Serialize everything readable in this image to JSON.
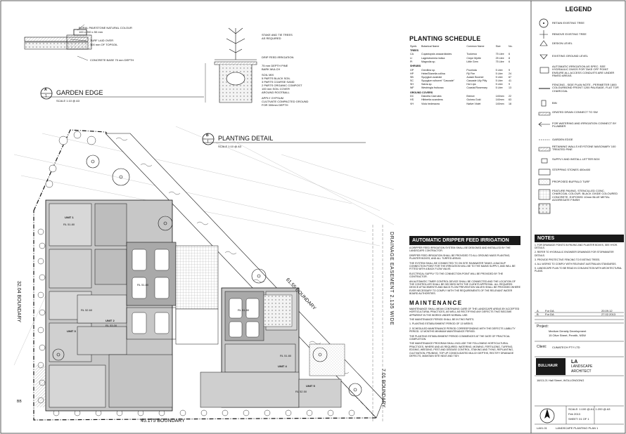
{
  "garden_edge": {
    "callout_letter": "A",
    "callout_number": "1",
    "title": "GARDEN EDGE",
    "scale": "SCALE 1:10 @ A3",
    "note_paving": "BORAL PAVESTONE NATURAL COLOUR",
    "note_paving_size": "100 x 200 x 50 mm",
    "note_turf": "TURF LAID OVER",
    "note_topsoil": "100 mm OF TOPSOIL",
    "note_concrete": "CONCRETE BASE 75 mm DEPTH"
  },
  "planting_detail": {
    "callout_letter": "B",
    "callout_number": "1",
    "title": "PLANTING DETAIL",
    "scale": "SCALE 1:10 @ A3",
    "notes": [
      "STAKE AND TIE TREES",
      "AS REQUIRED",
      "DRIP FEED IRRIGATION",
      "75 mm DEPTH PINE",
      "BARK MULCH",
      "SOIL MIX",
      "5 PARTS BLACK SOIL",
      "3 PARTS COARSE SAND",
      "2 PARTS ORGANIC COMPOST",
      "100 mm SOIL COVER",
      "AROUND ROOTBALL",
      "APPLY GYPSUM",
      "CULTIVATE COMPACTED GROUND",
      "FOR 300mm DEPTH"
    ]
  },
  "planting_schedule": {
    "title": "PLANTING SCHEDULE",
    "headers": [
      "Symb.",
      "Botanical Name",
      "Common Name",
      "Size",
      "No."
    ],
    "groups": [
      {
        "name": "TREES",
        "rows": [
          [
            "CA",
            "Cupaniopsis anacardioides",
            "Tuckeroo",
            "75 Litre",
            "6"
          ],
          [
            "LI",
            "Lagerstroemia indica",
            "Crepe Myrtle",
            "25 Litre",
            "8"
          ],
          [
            "PI",
            "Magnolia sp.",
            "Little Gem",
            "75 Litre",
            "6"
          ]
        ]
      },
      {
        "name": "SHRUBS",
        "rows": [
          [
            "GP",
            "Grevillea sp.",
            "Poorinda",
            "5 Litre",
            "9"
          ],
          [
            "HP",
            "Hebe/Dianella collina",
            "Fiji Fire",
            "5 Litre",
            "24"
          ],
          [
            "SB",
            "Syzygium australe",
            "Aussie Boomer",
            "5 Litre",
            "67"
          ],
          [
            "SC",
            "Syzygium w/borrel \"Cascade\"",
            "Cascade Lilly Pilly",
            "5 Litre",
            "41"
          ],
          [
            "SH",
            "Salvia sp.",
            "Hot Lips",
            "5 Litre",
            "9"
          ],
          [
            "WF",
            "Westringia fruticosa",
            "Coastal Rosemary",
            "5 Litre",
            "13"
          ]
        ]
      },
      {
        "name": "GROUND COVERS",
        "rows": [
          [
            "DC",
            "Dianella Caerulea",
            "Breeze",
            "140mm",
            "22"
          ],
          [
            "HS",
            "Hibbertia scandens",
            "Guinea Gold",
            "140mm",
            "63"
          ],
          [
            "VH",
            "Viola hederacea",
            "Native Violet",
            "140mm",
            "18"
          ]
        ]
      }
    ]
  },
  "plan": {
    "boundary_bottom": "45.175 BOUNDARY",
    "boundary_left": "32.04 BOUNDARY",
    "boundary_diagonal": "61.55 BOUNDARY",
    "boundary_right": "7.01 BOUNDARY",
    "easement": "DRAINAGE EASEMENT 2.135 WIDE",
    "bb_label": "BB",
    "unit_labels": [
      "UNIT 1",
      "UNIT 2",
      "UNIT 3",
      "UNIT 4",
      "UNIT 5"
    ],
    "levels": [
      "RL 51.80",
      "RL 51.80",
      "RL 52.60",
      "RL 53.00",
      "RL 52.50",
      "RL 51.80",
      "RL 51.80"
    ]
  },
  "irrigation": {
    "title": "AUTOMATIC DRIPPER FEED IRRIGATION",
    "paragraphs": [
      "A DRIPPER FEED IRRIGATION SYSTEM SHALL BE DESIGNED AND INSTALLED BY THE LANDSCAPE CONTRACTOR.",
      "DRIPPER FEED IRRIGATION SHALL BE PROVIDED TO ALL GROUND MASS PLANTING, PLANTER BOXES, AND ALL TURFED AREAS.",
      "THE SYSTEM SHALL BE CONNECTED TO ON SITE RAINWATER TANKS. A BACKUP CONNECTION POINT FOR THE IRRIGATION WILL BE TO THE MAINS SUPPLY, AND WILL BE FITTED WITH A BACK FLOW VALVE.",
      "ELECTRICAL SUPPLY TO THE CONNECTION POINT WILL BE PROVIDED BY THE CONTRACTOR.",
      "AN AUTOMATIC TIMER CONTROL DEVICE SHALL BE CONNECTED AND THE LOCATION OF THE CONTROLLER SHALL BE DECIDED WITH THE CLIENTS APPROVAL. ALL REQUIRED DEVICE ATTACHMENTS AND BACK FLOW PREVENTION VALVES SHALL BE PROVIDED WHERE EVER NECESSARY TO COMPLY WITH THE REQUIREMENTS OF THE RELEVANT WATER BOARD AUTHORITIES."
    ],
    "maintenance_title": "MAINTENANCE",
    "maintenance_paragraphs": [
      "MAINTENANCE SHALL MEAN CONTINUING CARE OF THE LANDSCAPE AREAS BY ACCEPTED HORTICULTURAL PRACTICES, AS WELL AS RECTIFYING ANY DEFECTS THAT BECOME APPARENT IN THE WORKS UNDER NORMAL USE.",
      "THE MAINTENANCE PERIOD SHALL BE IN TWO PARTS.",
      "1. PLANTING ESTABLISHMENT PERIOD OF 13 WEEKS.",
      "2. SCHEDULED MAINTENANCE PERIOD CORRESPONDING WITH THE DEFECTS LIABILITY PERIOD. 12 MONTHS MINIMUM MAINTENANCE PERIOD.",
      "THE PLANTING ESTABLISHMENT PERIOD COMMENCES AT THE DATE OF PRACTICAL COMPLETION.",
      "THE MAINTENANCE PROGRAM SHALL INCLUDE THE FOLLOWING HORTICULTURAL PRACTICES, WHERE AND AS REQUIRED: WATERING, MOWING, FERTILIZING, TURFING, EDGING, WEEDING, PEST AND DISEASE CONTROL, STAKING AND TYING, REPLANTING, CULTIVATION, PRUNING, TOP UP CONSOLIDATED MULCH DEPTHS, RECTIFY DRAINAGE DEFECTS, MAINTAIN SITE NEAT AND TIDY."
    ]
  },
  "legend": {
    "title": "LEGEND",
    "items": [
      "RETAIN EXISTING TREE",
      "REMOVE EXISTING TREE",
      "DESIGN LEVEL",
      "EXISTING GROUND LEVEL",
      "AUTOMATIC IRRIGATION AS SPEC. SEE HYDRAULIC DWGS FOR TAKE OFF POINT. ENSURE ALL ACCESS CONDUITS ARE UNDER PAVED AREAS.",
      "FENCING - SIDE PLAN NOTE - PERIMETER 1800 COLOURBOND FRONT 1200 PALISADE, FLAT TOP, CHARCOAL",
      "BIN",
      "GRATED DRAIN CONNECT TO SW",
      "FOR WATERING AND IRRIGATION CONNECT BY PLUMBER",
      "GARDEN EDGE",
      "RETAINING WALLS KEYSTONE MASONARY 100 TREATED PINE",
      "SUPPLY AND INSTALL LETTER BOX",
      "STEPPING STONES 400x400",
      "PROPOSED BUFFALO TURF",
      "FEATURE PAVING, STENCILLED CONC. CHARCOAL COLOUR. BLACK OXIDE COLOURED CONCRETE. EXPOSED 10mm BLUE METAL AGGREGATE FINISH"
    ]
  },
  "notes": {
    "title": "NOTES",
    "items": [
      "1. FOR DRAINAGE POINTS IN PAVING AND PLANTER BOXES, SEE HYDR. DETAILS.",
      "2. REFER TO HYDRAULIC ENGINEER DRAWINGS FOR STORMWATER DETAILS.",
      "3. PROVIDE PROTECTIVE FENCING TO EXISTING TREES.",
      "4. ALL WORKS TO COMPLY WITH RELEVANT AUSTRALIAN STANDARDS.",
      "5. LANDSCAPE PLAN TO BE READ IN CONJUNCTION WITH ARCHITECTURAL PLANS."
    ]
  },
  "title_block": {
    "revisions": [
      [
        "A",
        "For DA",
        "20.09.12"
      ],
      [
        "B",
        "For DA",
        "27.02.2013"
      ]
    ],
    "project_label": "Project:",
    "project_name": "Medium Density Development",
    "project_address": "15 Olive Street, Penrith, NSW",
    "client_label": "Client:",
    "client_name": "CUMATECH PTY LTD",
    "firm_short": "BULLHAUR",
    "firm_line1": "LA",
    "firm_line2": "LANDSCAPE",
    "firm_line3": "ARCHITECT",
    "firm_address": "18/13-21 Hall Street, WOLLONGONG",
    "scale": "SCALE: 1:100 @ A1, 1:200 @ A3",
    "date": "Feb 2013",
    "sheet": "SHEET: 01 OF 1",
    "drawing_no": "LA01.01",
    "drawing_title": "LANDSCAPE PLANTING PLAN 1"
  },
  "colors": {
    "ink": "#111111",
    "hatch": "#666666",
    "fill_dark": "#1a1a1a",
    "fill_building": "#b9b9b9"
  }
}
